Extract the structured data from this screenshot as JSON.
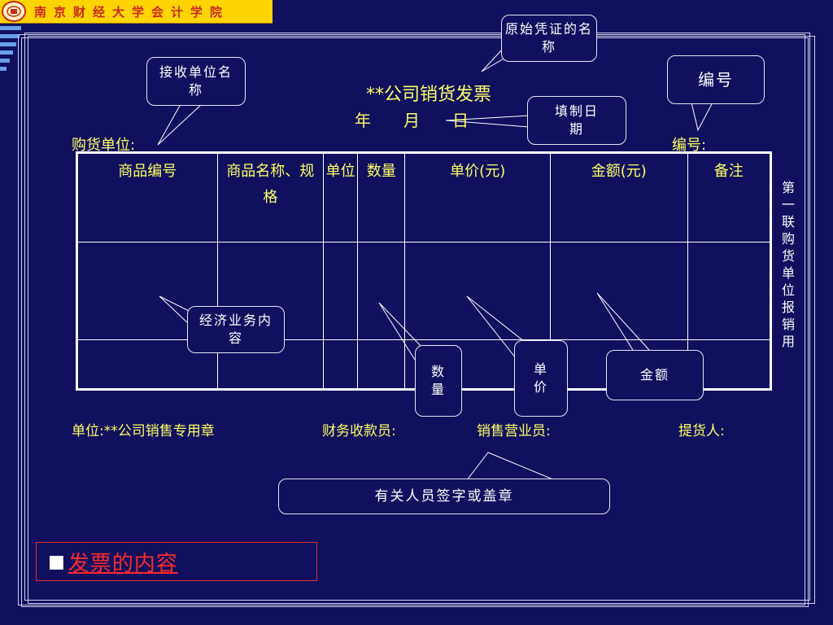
{
  "header": {
    "school_name": "南京财经大学会计学院"
  },
  "invoice": {
    "title": "**公司销货发票",
    "date_line": "年　　月　　日",
    "buyer_label": "购货单位:",
    "number_label": "编号:",
    "vertical_label": "第一联　购货单位报销用"
  },
  "table": {
    "headers": [
      "商品编号",
      "商品名称、规格",
      "单位",
      "数量",
      "单价(元)",
      "金额(元)",
      "备注"
    ],
    "rows": [
      [
        "",
        "",
        "",
        "",
        "",
        "",
        ""
      ],
      [
        "",
        "",
        "",
        "",
        "",
        "",
        ""
      ]
    ]
  },
  "footer": {
    "unit": "单位:**公司销售专用章",
    "cashier": "财务收款员:",
    "salesperson": "销售营业员:",
    "receiver": "提货人:"
  },
  "callouts": {
    "original_voucher_name": "原始凭证的名称",
    "receiving_unit_name": "接收单位名称",
    "number": "编号",
    "fill_date": "填制日期",
    "business_content": "经济业务内容",
    "quantity": "数量",
    "unit_price": "单价",
    "amount": "金额",
    "signatures": "有关人员签字或盖章"
  },
  "summary": {
    "bullet": "■",
    "text": "发票的内容"
  },
  "colors": {
    "background": "#10105e",
    "text_yellow": "#ffff66",
    "header_gold": "#ffd400",
    "accent_red": "#ff2a2a"
  }
}
